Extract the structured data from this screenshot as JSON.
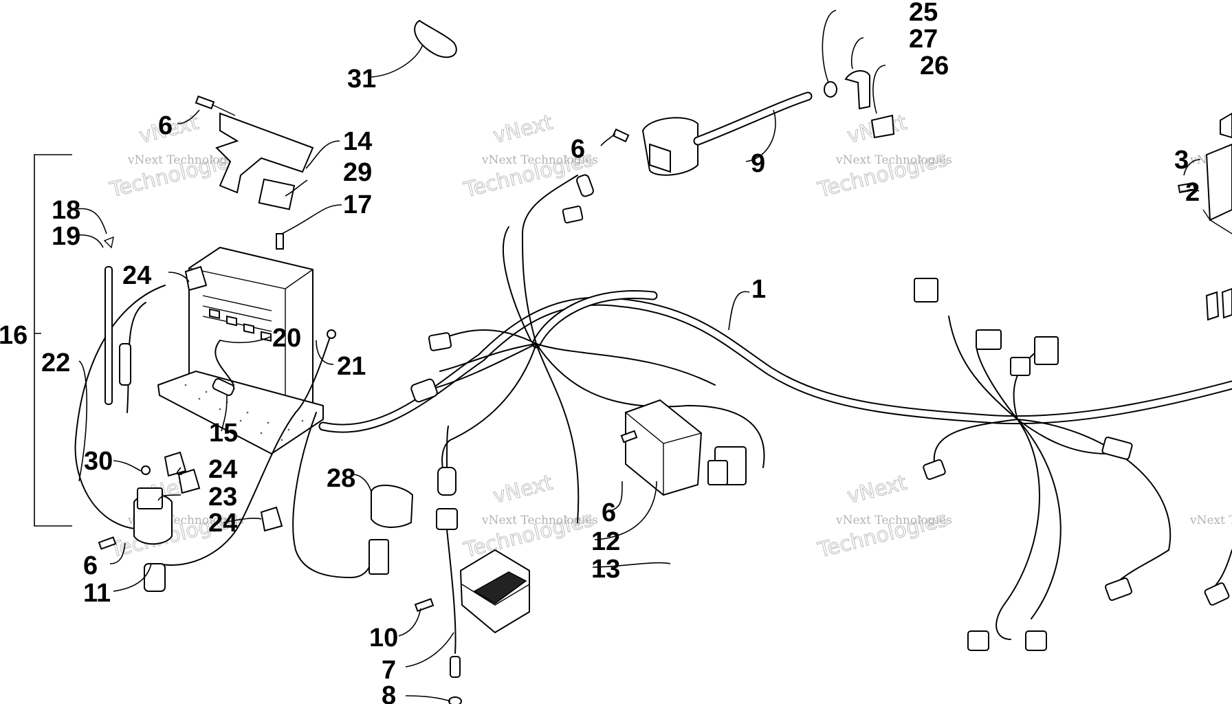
{
  "watermark": {
    "line1": "vNext Technologies",
    "line2": "Technologies",
    "line3": "vNext"
  },
  "callouts": [
    {
      "id": "c1",
      "label": "1"
    },
    {
      "id": "c2",
      "label": "2"
    },
    {
      "id": "c3",
      "label": "3"
    },
    {
      "id": "c6a",
      "label": "6"
    },
    {
      "id": "c6b",
      "label": "6"
    },
    {
      "id": "c6c",
      "label": "6"
    },
    {
      "id": "c6d",
      "label": "6"
    },
    {
      "id": "c7",
      "label": "7"
    },
    {
      "id": "c8",
      "label": "8"
    },
    {
      "id": "c9",
      "label": "9"
    },
    {
      "id": "c10",
      "label": "10"
    },
    {
      "id": "c11",
      "label": "11"
    },
    {
      "id": "c12",
      "label": "12"
    },
    {
      "id": "c13",
      "label": "13"
    },
    {
      "id": "c14",
      "label": "14"
    },
    {
      "id": "c15",
      "label": "15"
    },
    {
      "id": "c16",
      "label": "16"
    },
    {
      "id": "c17",
      "label": "17"
    },
    {
      "id": "c18",
      "label": "18"
    },
    {
      "id": "c19",
      "label": "19"
    },
    {
      "id": "c20",
      "label": "20"
    },
    {
      "id": "c21",
      "label": "21"
    },
    {
      "id": "c22",
      "label": "22"
    },
    {
      "id": "c23",
      "label": "23"
    },
    {
      "id": "c24a",
      "label": "24"
    },
    {
      "id": "c24b",
      "label": "24"
    },
    {
      "id": "c24c",
      "label": "24"
    },
    {
      "id": "c25",
      "label": "25"
    },
    {
      "id": "c26",
      "label": "26"
    },
    {
      "id": "c27",
      "label": "27"
    },
    {
      "id": "c28",
      "label": "28"
    },
    {
      "id": "c29",
      "label": "29"
    },
    {
      "id": "c30",
      "label": "30"
    },
    {
      "id": "c31",
      "label": "31"
    }
  ]
}
